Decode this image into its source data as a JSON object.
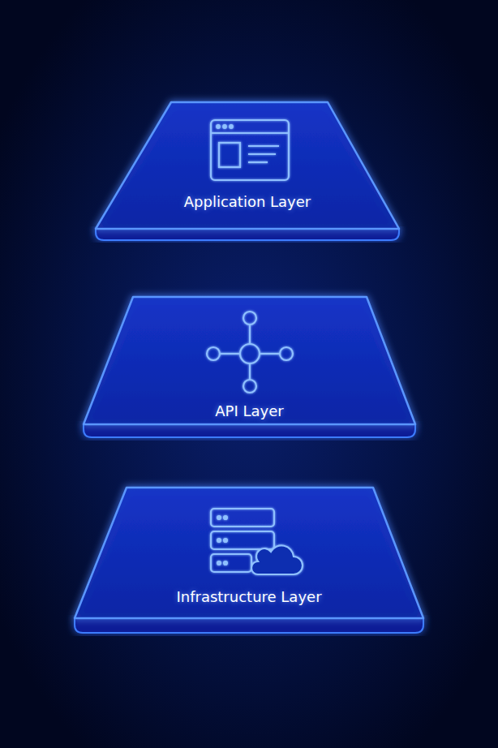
{
  "diagram": {
    "nodes": [
      {
        "text": [
          "Application Layer"
        ]
      },
      {
        "text": [
          "API Layer"
        ]
      },
      {
        "text": [
          "Infrastructure Layer"
        ]
      }
    ],
    "edges": [
      {
        "from": 0,
        "to": 1,
        "arrow": "none"
      },
      {
        "from": 0,
        "to": 1,
        "arrow": "none"
      },
      {
        "from": 0,
        "to": 1,
        "arrow": "none"
      },
      {
        "from": 1,
        "to": 2,
        "arrow": "none"
      },
      {
        "from": 1,
        "to": 2,
        "arrow": "none"
      },
      {
        "from": 1,
        "to": 2,
        "arrow": "none"
      }
    ]
  }
}
